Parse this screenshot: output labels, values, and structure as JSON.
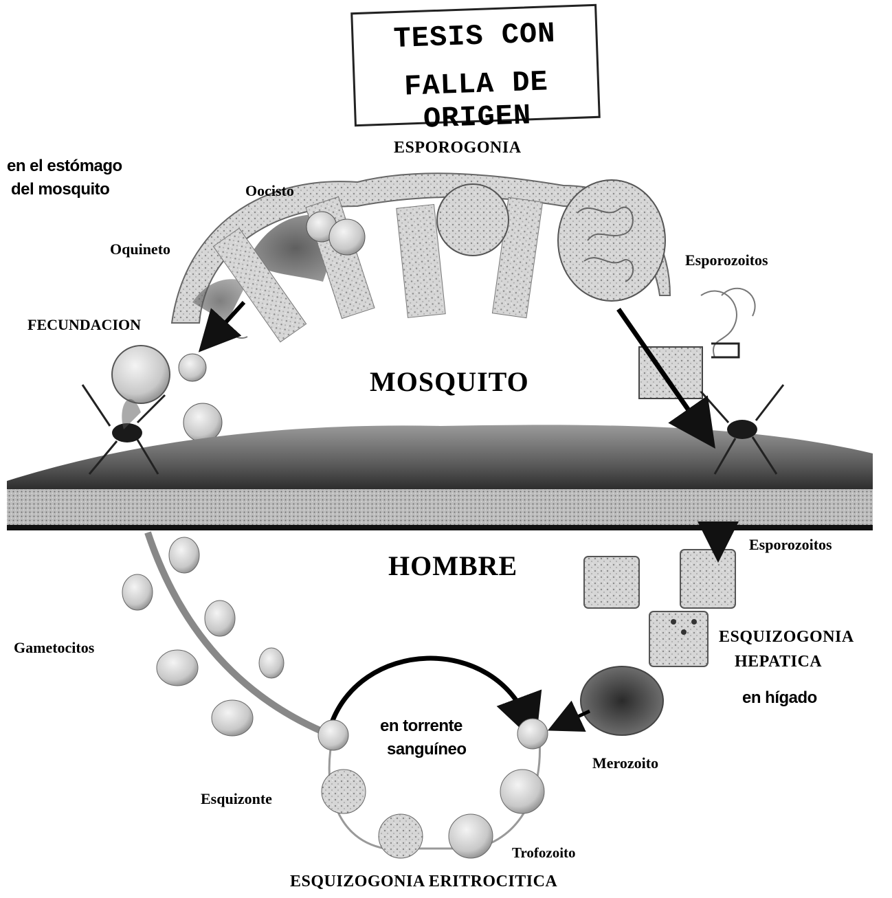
{
  "stamp": {
    "line1": "TESIS CON",
    "line2": "FALLA DE ORIGEN"
  },
  "labels": {
    "esporogonia": "ESPOROGONIA",
    "stomach_line1": "en el estómago",
    "stomach_line2": "del mosquito",
    "oocisto": "Oocisto",
    "oquineto": "Oquineto",
    "fecundacion": "FECUNDACION",
    "esporozoitos_top": "Esporozoitos",
    "mosquito": "MOSQUITO",
    "hombre": "HOMBRE",
    "esporozoitos_bottom": "Esporozoitos",
    "gametocitos": "Gametocitos",
    "esquizogonia_hepatica_line1": "ESQUIZOGONIA",
    "esquizogonia_hepatica_line2": "HEPATICA",
    "en_higado": "en hígado",
    "torrente_line1": "en torrente",
    "torrente_line2": "sanguíneo",
    "merozoito": "Merozoito",
    "esquizonte": "Esquizonte",
    "trofozoito": "Trofozoito",
    "esquizogonia_eritrocitica": "ESQUIZOGONIA ERITROCITICA"
  }
}
